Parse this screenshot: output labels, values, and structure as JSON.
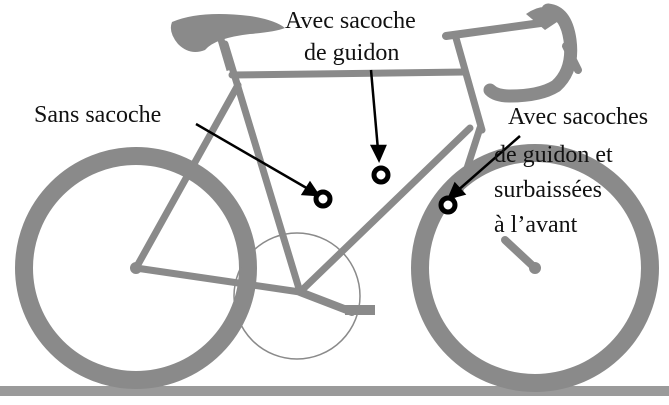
{
  "labels": {
    "no_bag": "Sans sacoche",
    "bar_bag_line1": "Avec sacoche",
    "bar_bag_line2": "de guidon",
    "front_bags_line1": "Avec sacoches",
    "front_bags_line2": "de guidon et",
    "front_bags_line3": "surbaissées",
    "front_bags_line4": "à l’avant"
  },
  "colors": {
    "bike": "#8a8a8a",
    "ground": "#9a9a9a",
    "text": "#111111",
    "marker": "#000000"
  }
}
